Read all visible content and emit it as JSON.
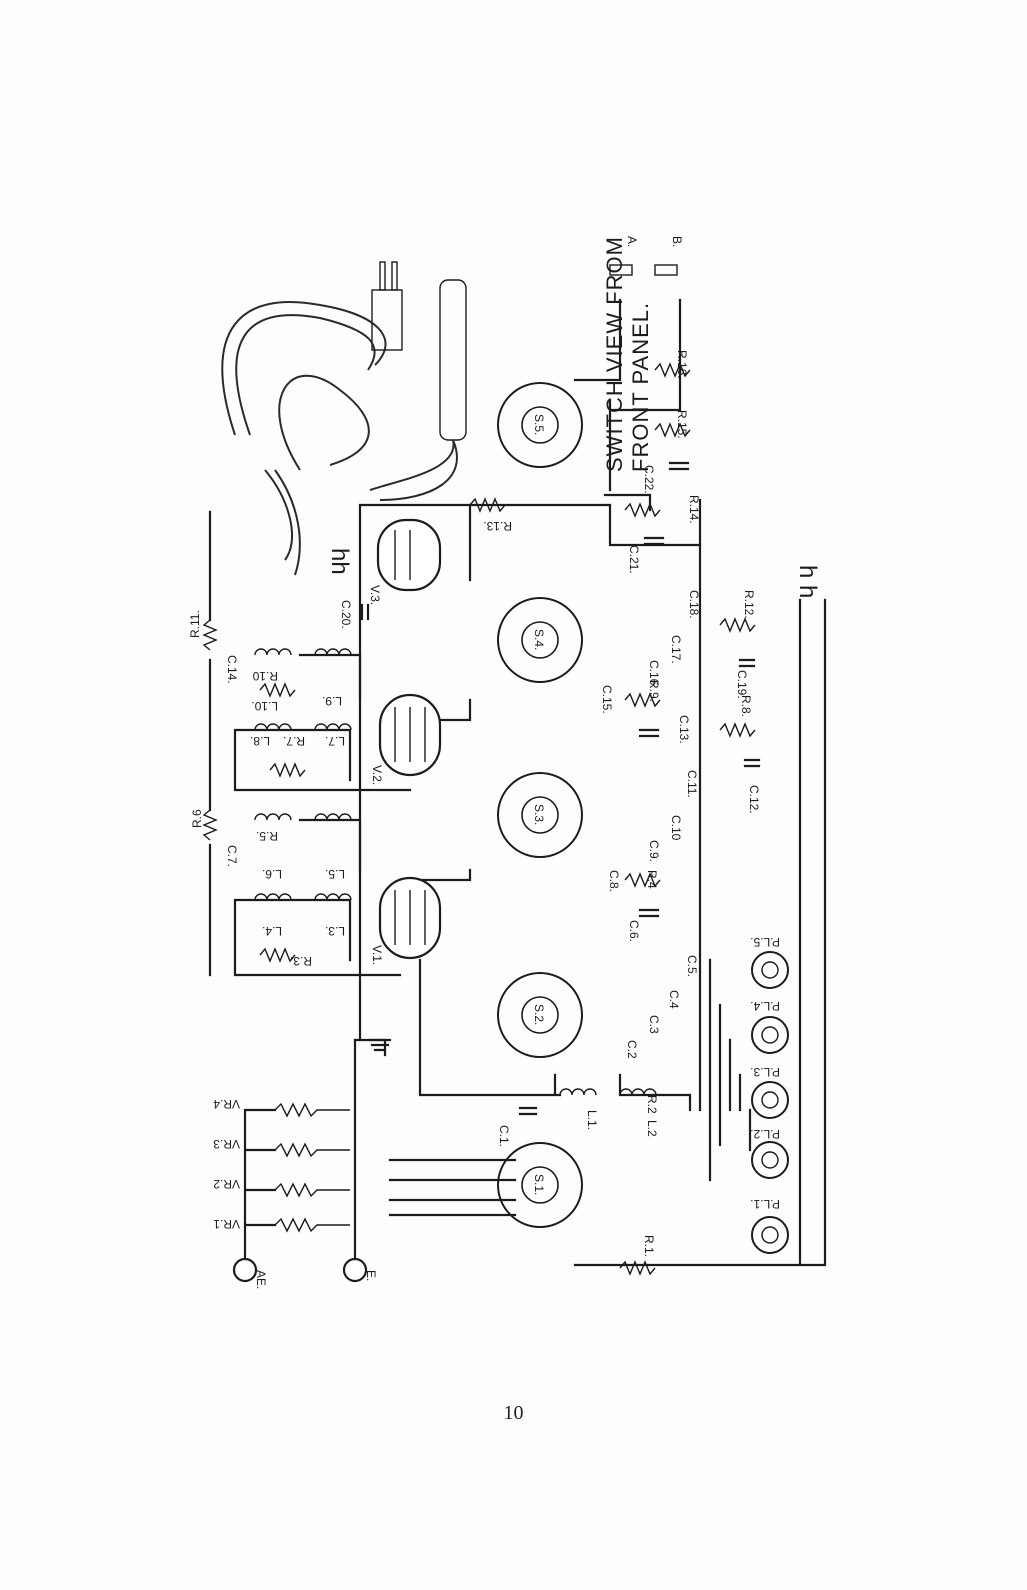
{
  "page": {
    "number": "10"
  },
  "diagram": {
    "caption_line1": "SWITCH VIEW FROM",
    "caption_line2": "FRONT PANEL.",
    "heater_label_top": "hh",
    "heater_label_bottom": "h h",
    "outputs": {
      "a": "A.",
      "b": "B."
    },
    "terminals": {
      "aerial": "AE.",
      "earth": "E."
    },
    "valves": [
      "V.1.",
      "V.2.",
      "V.3."
    ],
    "switches": [
      "S.1.",
      "S.2.",
      "S.3.",
      "S.4.",
      "S.5."
    ],
    "pilot_lamps": [
      "P.L.1.",
      "P.L.2.",
      "P.L.3.",
      "P.L.4.",
      "P.L.5."
    ],
    "variable_resistors": [
      "VR.1",
      "VR.2",
      "VR.3",
      "VR.4"
    ],
    "resistors": [
      "R.1.",
      "R.2",
      "R.3.",
      "R.4",
      "R.5.",
      "R.6",
      "R.7.",
      "R.8.",
      "R.9.",
      "R.10",
      "R.11.",
      "R.12.",
      "R.13.",
      "R.14.",
      "R.15.",
      "R.16."
    ],
    "capacitors": [
      "C.1.",
      "C.2",
      "C.3",
      "C.4",
      "C.5.",
      "C.6.",
      "C.7.",
      "C.8.",
      "C.9.",
      "C.10",
      "C.11.",
      "C.12.",
      "C.13.",
      "C.14.",
      "C.15.",
      "C.16",
      "C.17.",
      "C.18.",
      "C.19.",
      "C.20.",
      "C.21.",
      "C.22."
    ],
    "inductors": [
      "L.1.",
      "L.2",
      "L.3.",
      "L.4.",
      "L.5.",
      "L.6.",
      "L.7.",
      "L.8.",
      "L.9.",
      "L.10."
    ]
  }
}
